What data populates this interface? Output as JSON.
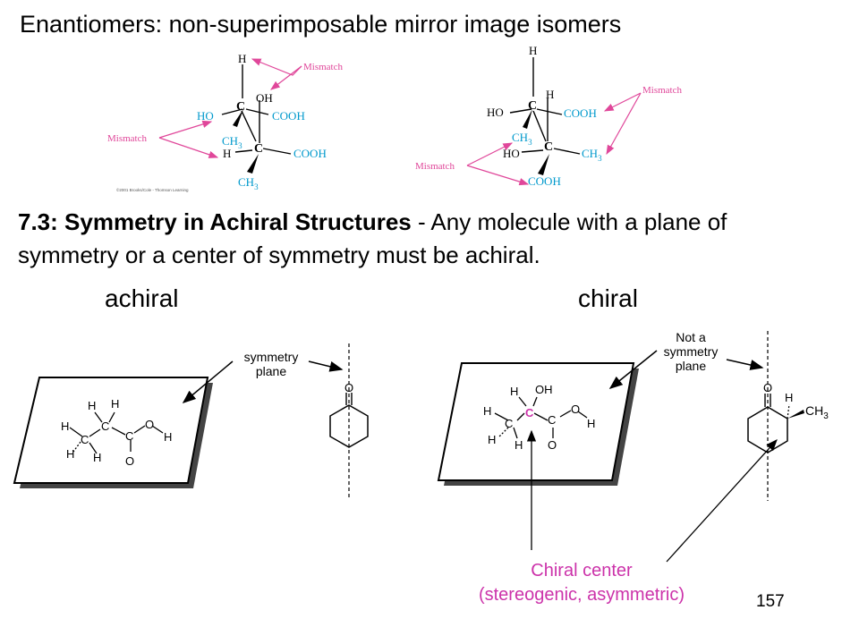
{
  "title": "Enantiomers: non-superimposable mirror image isomers",
  "section": {
    "heading": "7.3: Symmetry in Achiral Structures",
    "body": " - Any molecule with a plane of symmetry or a center of symmetry must be achiral."
  },
  "labels": {
    "achiral": "achiral",
    "chiral": "chiral",
    "mismatch": "Mismatch",
    "symmetry_plane_1": "symmetry",
    "symmetry_plane_2": "plane",
    "not_a_1": "Not a",
    "not_a_2": "symmetry",
    "not_a_3": "plane",
    "chiral_center_1": "Chiral center",
    "chiral_center_2": "(stereogenic, asymmetric)",
    "copyright": "©2001 Brooks/Cole - Thomson Learning"
  },
  "atoms": {
    "H": "H",
    "C": "C",
    "O": "O",
    "OH": "OH",
    "HO": "HO",
    "COOH": "COOH",
    "CH": "CH",
    "sub3": "3",
    "CH3": "CH3"
  },
  "page_number": "157",
  "colors": {
    "mismatch": "#e0479a",
    "substituent": "#0099cc",
    "chiral_center": "#cc33aa"
  }
}
